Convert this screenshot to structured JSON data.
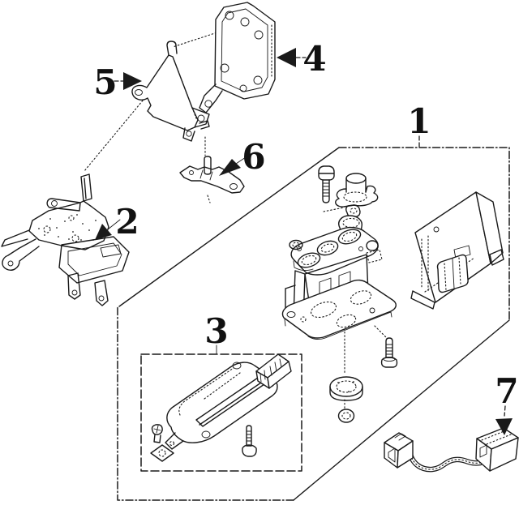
{
  "figure": {
    "type": "exploded-parts-diagram",
    "background_color": "#ffffff",
    "ink_color": "#1a1a1a",
    "callouts": [
      {
        "label": "1"
      },
      {
        "label": "2"
      },
      {
        "label": "3"
      },
      {
        "label": "4"
      },
      {
        "label": "5"
      },
      {
        "label": "6"
      },
      {
        "label": "7"
      }
    ]
  }
}
